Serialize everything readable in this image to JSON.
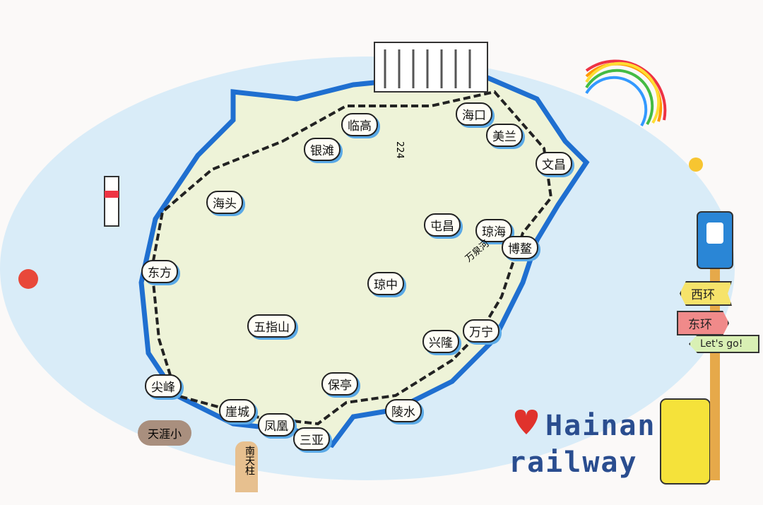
{
  "map": {
    "title_line1": "Hainan",
    "title_line2": "railway",
    "heart_icon": "heart",
    "colors": {
      "sea": "#7fc1ec",
      "land": "#eef3d8",
      "coast": "#1f6fd0",
      "rail": "#222222",
      "heart": "#e0322c",
      "title": "#2a4d8f"
    },
    "stations": [
      "临高",
      "海口",
      "美兰",
      "文昌",
      "银滩",
      "海头",
      "东方",
      "屯昌",
      "琼海",
      "博鳌",
      "琼中",
      "五指山",
      "兴隆",
      "万宁",
      "保亭",
      "陵水",
      "尖峰",
      "崖城",
      "凤凰",
      "三亚"
    ],
    "landmarks": {
      "milestone": "224",
      "river": "万泉河",
      "rock1": "天涯小",
      "rock2": "南天柱"
    },
    "signpost": {
      "west": "西环",
      "east": "东环",
      "go": "Let's go!"
    }
  }
}
